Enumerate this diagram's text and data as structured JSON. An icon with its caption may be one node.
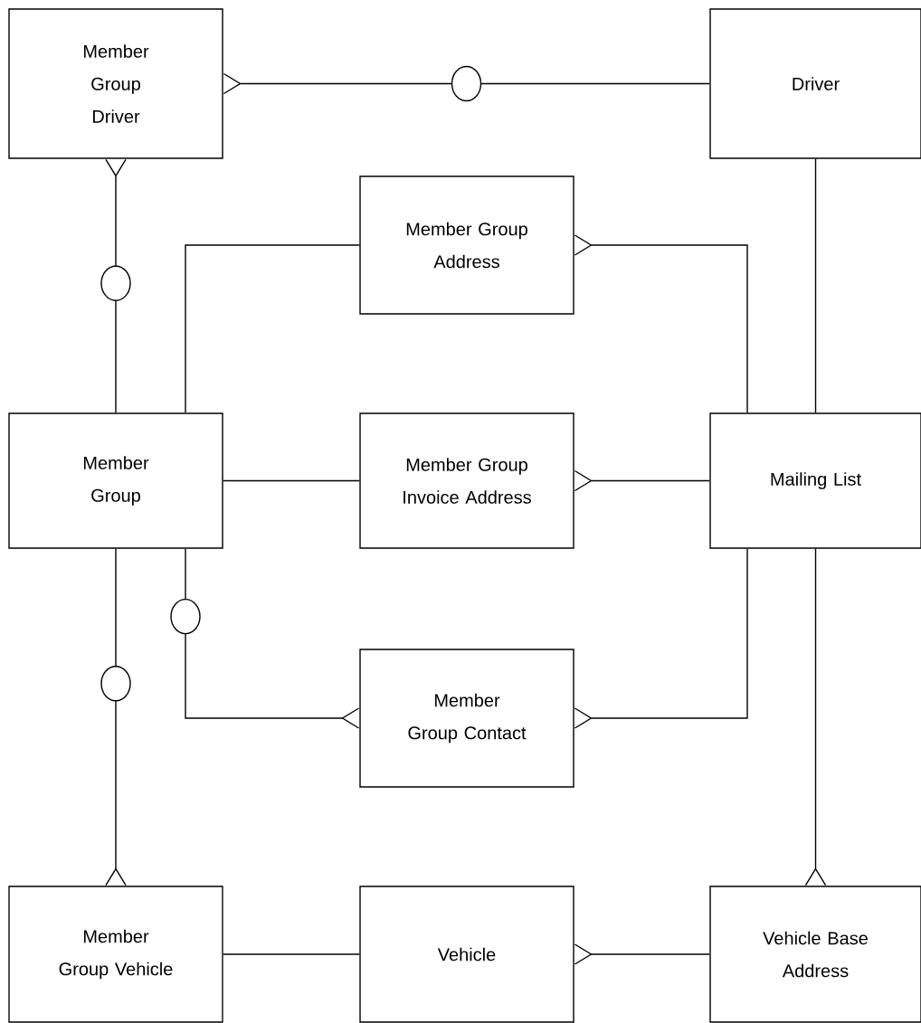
{
  "diagram": {
    "nodes": [
      {
        "text": [
          "Member Group Driver"
        ]
      },
      {
        "text": [
          "Driver"
        ]
      },
      {
        "text": [
          "Member Group Address"
        ]
      },
      {
        "text": [
          "Member Group"
        ]
      },
      {
        "text": [
          "Member Group Invoice Address"
        ]
      },
      {
        "text": [
          "Mailing List"
        ]
      },
      {
        "text": [
          "Member Group Contact"
        ]
      },
      {
        "text": [
          "Member Group Vehicle"
        ]
      },
      {
        "text": [
          "Vehicle"
        ]
      },
      {
        "text": [
          "Vehicle Base Address"
        ]
      }
    ],
    "edges": [
      {
        "from": 1,
        "to": 0,
        "arrow": "other"
      },
      {
        "from": 3,
        "to": 0,
        "arrow": "other"
      },
      {
        "from": 3,
        "to": 2,
        "arrow": "none"
      },
      {
        "from": 5,
        "to": 2,
        "arrow": "other"
      },
      {
        "from": 1,
        "to": 5,
        "arrow": "none"
      },
      {
        "from": 3,
        "to": 4,
        "arrow": "none"
      },
      {
        "from": 5,
        "to": 4,
        "arrow": "other"
      },
      {
        "from": 3,
        "to": 6,
        "arrow": "other"
      },
      {
        "from": 5,
        "to": 6,
        "arrow": "other"
      },
      {
        "from": 3,
        "to": 7,
        "arrow": "other"
      },
      {
        "from": 7,
        "to": 8,
        "arrow": "none"
      },
      {
        "from": 9,
        "to": 8,
        "arrow": "other"
      },
      {
        "from": 5,
        "to": 9,
        "arrow": "other"
      }
    ]
  }
}
